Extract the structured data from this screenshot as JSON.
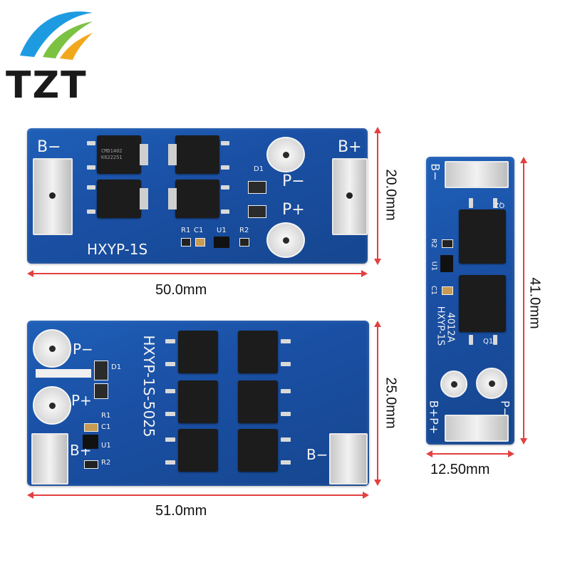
{
  "brand": {
    "name": "TZT",
    "logo_colors": [
      "#1e9be0",
      "#f2a81d",
      "#7cc242"
    ]
  },
  "boards": [
    {
      "model": "HXYP-1S",
      "terminals": {
        "bminus": "B−",
        "bplus": "B+",
        "pminus": "P−",
        "pplus": "P+"
      },
      "refs": {
        "r1": "R1",
        "c1": "C1",
        "u1": "U1",
        "r2": "R2",
        "d1": "D1"
      },
      "mosfet_marking": [
        "CMD1402",
        "K622251"
      ],
      "width": "50.0mm",
      "height": "20.0mm"
    },
    {
      "model": "HXYP-1S-5025",
      "terminals": {
        "bminus": "B−",
        "bplus": "B+",
        "pminus": "P−",
        "pplus": "P+"
      },
      "refs": {
        "r1": "R1",
        "c1": "C1",
        "u1": "U1",
        "r2": "R2",
        "d1": "D1"
      },
      "width": "51.0mm",
      "height": "25.0mm"
    },
    {
      "model": "HXYP-1S",
      "current": "4012A",
      "terminals": {
        "bminus": "B−",
        "bplus_pplus": "B+P+",
        "pminus": "P−"
      },
      "refs": {
        "r2": "R2",
        "u1": "U1",
        "c1": "C1",
        "q1": "Q1",
        "q2": "Q2"
      },
      "width": "12.50mm",
      "height": "41.0mm"
    }
  ],
  "colors": {
    "pcb": "#1a4fa3",
    "dimension": "#e34040"
  }
}
